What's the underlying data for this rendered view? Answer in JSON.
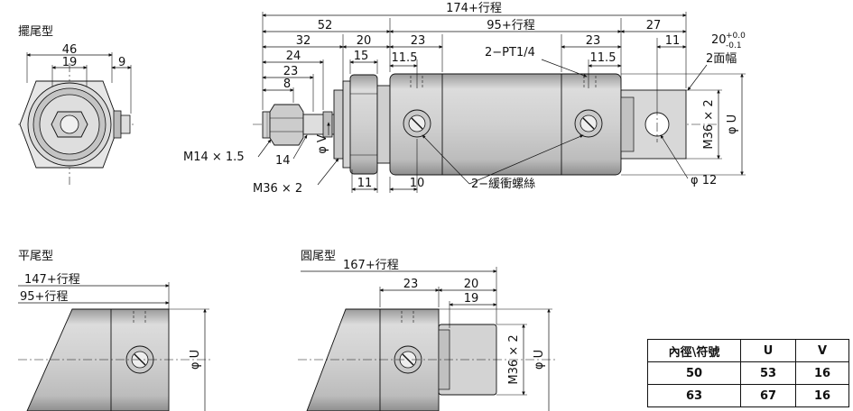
{
  "labels": {
    "tie_rod_type": "擺尾型",
    "flat_type": "平尾型",
    "round_type": "圓尾型"
  },
  "dimensions": {
    "d46": "46",
    "d19": "19",
    "d9": "9",
    "d174": "174+行程",
    "d52": "52",
    "d95": "95+行程",
    "d27": "27",
    "d32": "32",
    "d20": "20",
    "d23": "23",
    "d23b": "23",
    "d11": "11",
    "d20tol": "20",
    "tol_up": "+0.0",
    "tol_dn": "-0.1",
    "d24": "24",
    "d15": "15",
    "d11_5": "11.5",
    "d11_5b": "11.5",
    "d23c": "23",
    "d8": "8",
    "pt": "2−PT1/4",
    "two_face": "2面幅",
    "m14": "M14 × 1.5",
    "d14": "14",
    "phiV": "φ V",
    "m36": "M36 × 2",
    "d11b": "11",
    "d10": "10",
    "cushion": "2−緩衝螺絲",
    "m36x2v": "M36 × 2",
    "phiU": "φ U",
    "phi12": "φ 12",
    "f147": "147+行程",
    "f95": "95+行程",
    "f_phiU": "φ U",
    "r167": "167+行程",
    "r23": "23",
    "r20": "20",
    "r19": "19",
    "r_m36": "M36 × 2",
    "r_phiU": "φ U"
  },
  "table": {
    "headers": [
      "內徑\\符號",
      "U",
      "V"
    ],
    "rows": [
      [
        "50",
        "53",
        "16"
      ],
      [
        "63",
        "67",
        "16"
      ]
    ]
  }
}
